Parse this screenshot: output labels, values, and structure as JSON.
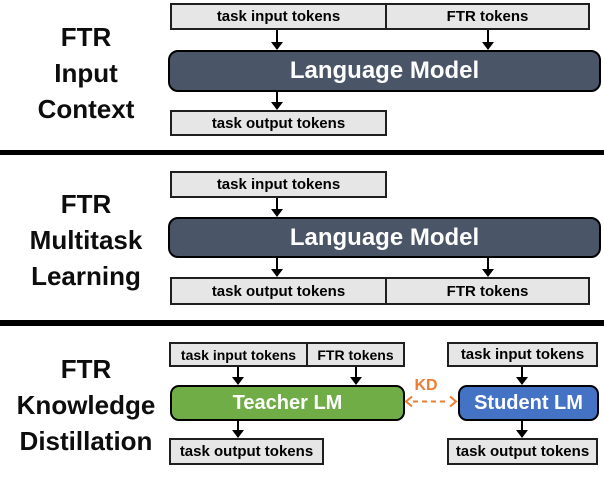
{
  "figure": {
    "sections": [
      {
        "title_lines": [
          "FTR",
          "Input",
          "Context"
        ],
        "input_label": "task input tokens",
        "ftr_label": "FTR tokens",
        "model_label": "Language Model",
        "output_label": "task output tokens"
      },
      {
        "title_lines": [
          "FTR",
          "Multitask",
          "Learning"
        ],
        "input_label": "task input tokens",
        "model_label": "Language Model",
        "output_label": "task output tokens",
        "ftr_label": "FTR tokens"
      },
      {
        "title_lines": [
          "FTR",
          "Knowledge",
          "Distillation"
        ],
        "kd_label": "KD",
        "teacher": {
          "input_label": "task input tokens",
          "ftr_label": "FTR tokens",
          "model_label": "Teacher LM",
          "output_label": "task output tokens"
        },
        "student": {
          "input_label": "task input tokens",
          "model_label": "Student LM",
          "output_label": "task output tokens"
        }
      }
    ],
    "colors": {
      "model_dark": "#4A5568",
      "teacher_green": "#70AD47",
      "student_blue": "#4472C4",
      "kd_orange": "#ED7D31",
      "token_box_bg": "#E7E6E6"
    }
  }
}
